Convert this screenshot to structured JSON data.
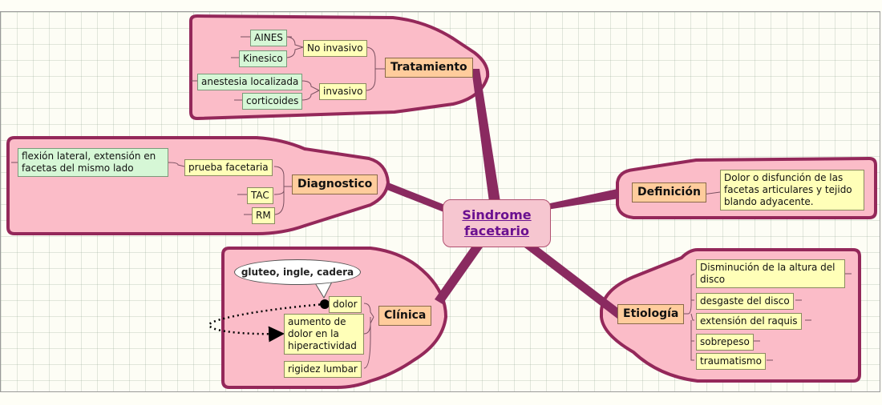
{
  "central": {
    "label": "Sindrome facetario"
  },
  "tratamiento": {
    "label": "Tratamiento",
    "no_invasivo": {
      "label": "No invasivo",
      "items": [
        "AINES",
        "Kinesico"
      ]
    },
    "invasivo": {
      "label": "invasivo",
      "items": [
        "anestesia localizada",
        "corticoides"
      ]
    }
  },
  "diagnostico": {
    "label": "Diagnostico",
    "prueba": {
      "label": "prueba facetaria",
      "detail": "flexión lateral, extensión en facetas del mismo lado"
    },
    "items": [
      "TAC",
      "RM"
    ]
  },
  "definicion": {
    "label": "Definición",
    "text": "Dolor o disfunción de las facetas articulares y tejido blando adyacente."
  },
  "clinica": {
    "label": "Clínica",
    "callout": "gluteo, ingle, cadera",
    "items": [
      "dolor",
      "aumento de dolor en la hiperactividad",
      "rigidez lumbar"
    ]
  },
  "etiologia": {
    "label": "Etiología",
    "items": [
      "Disminución de la altura del disco",
      "desgaste del disco",
      "extensión del raquis",
      "sobrepeso",
      "traumatismo"
    ]
  },
  "colors": {
    "cluster_fill": "#fbbcc8",
    "cluster_border": "#94285a",
    "branch_fill": "#ffcc9c",
    "leaf_yellow": "#ffffb8",
    "leaf_green": "#d6f7d6",
    "central_text": "#6a1090"
  }
}
